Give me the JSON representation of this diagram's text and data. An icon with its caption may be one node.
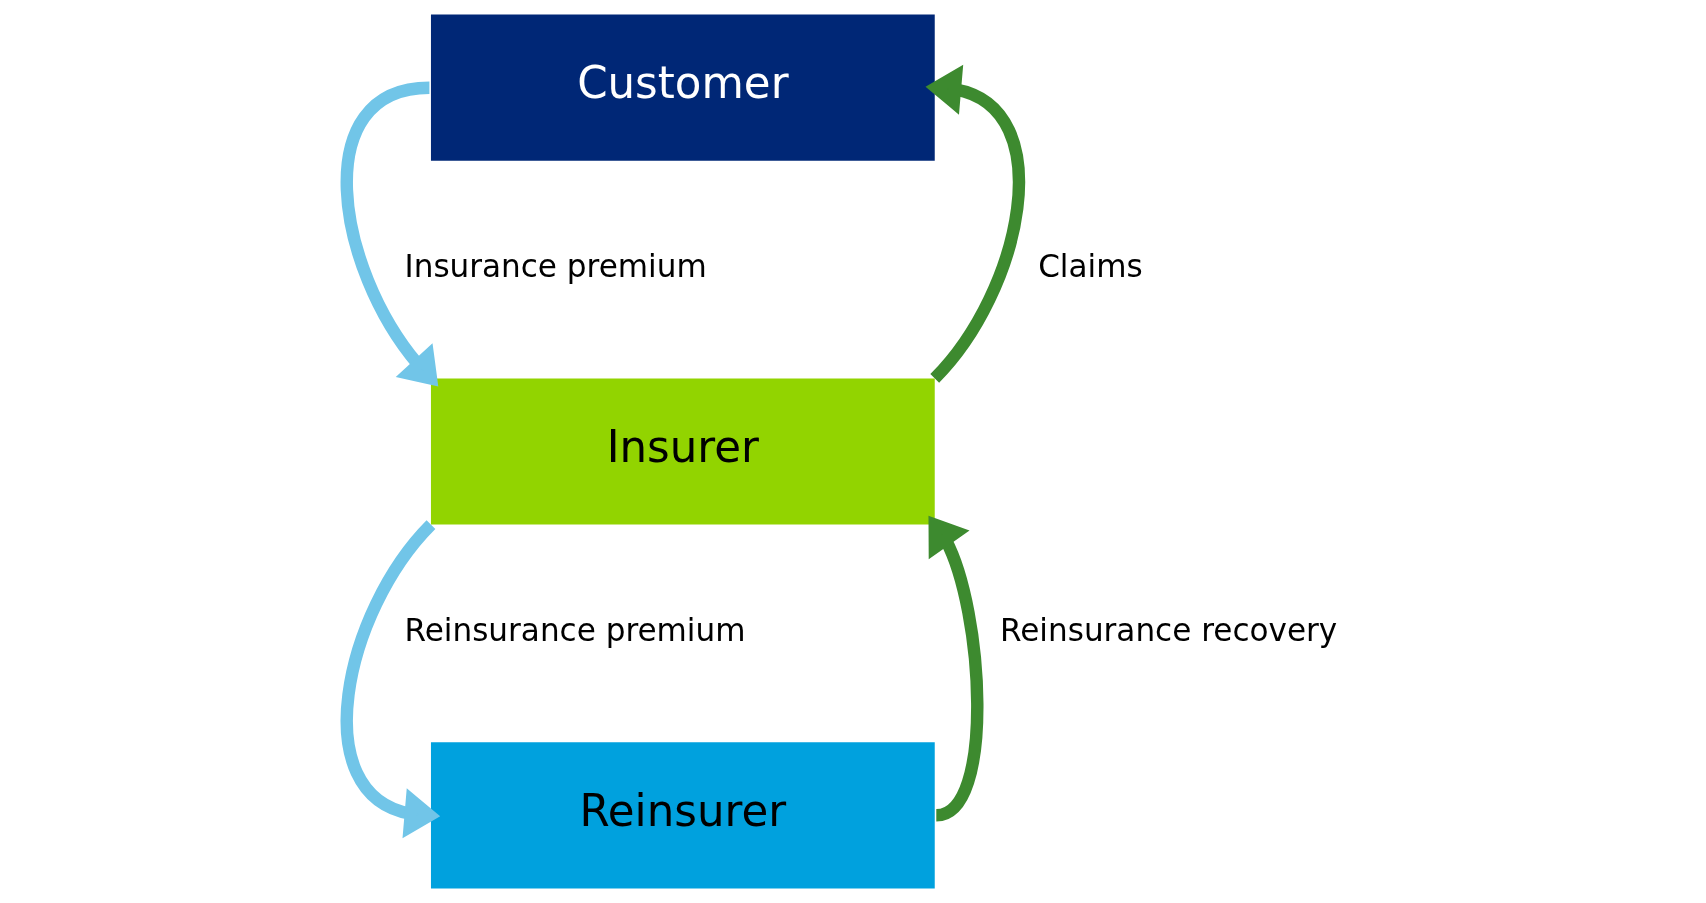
{
  "diagram": {
    "nodes": [
      {
        "text": [
          "Customer"
        ]
      },
      {
        "text": [
          "Insurer"
        ]
      },
      {
        "text": [
          "Reinsurer"
        ]
      }
    ],
    "edges": [
      {
        "from": 0,
        "to": 1,
        "arrow": "to",
        "label": "Insurance premium",
        "color": "#71c5e8"
      },
      {
        "from": 1,
        "to": 0,
        "arrow": "to",
        "label": "Claims",
        "color": "#3d8a2f"
      },
      {
        "from": 1,
        "to": 2,
        "arrow": "to",
        "label": "Reinsurance premium",
        "color": "#71c5e8"
      },
      {
        "from": 2,
        "to": 1,
        "arrow": "to",
        "label": "Reinsurance recovery",
        "color": "#3d8a2f"
      }
    ]
  }
}
